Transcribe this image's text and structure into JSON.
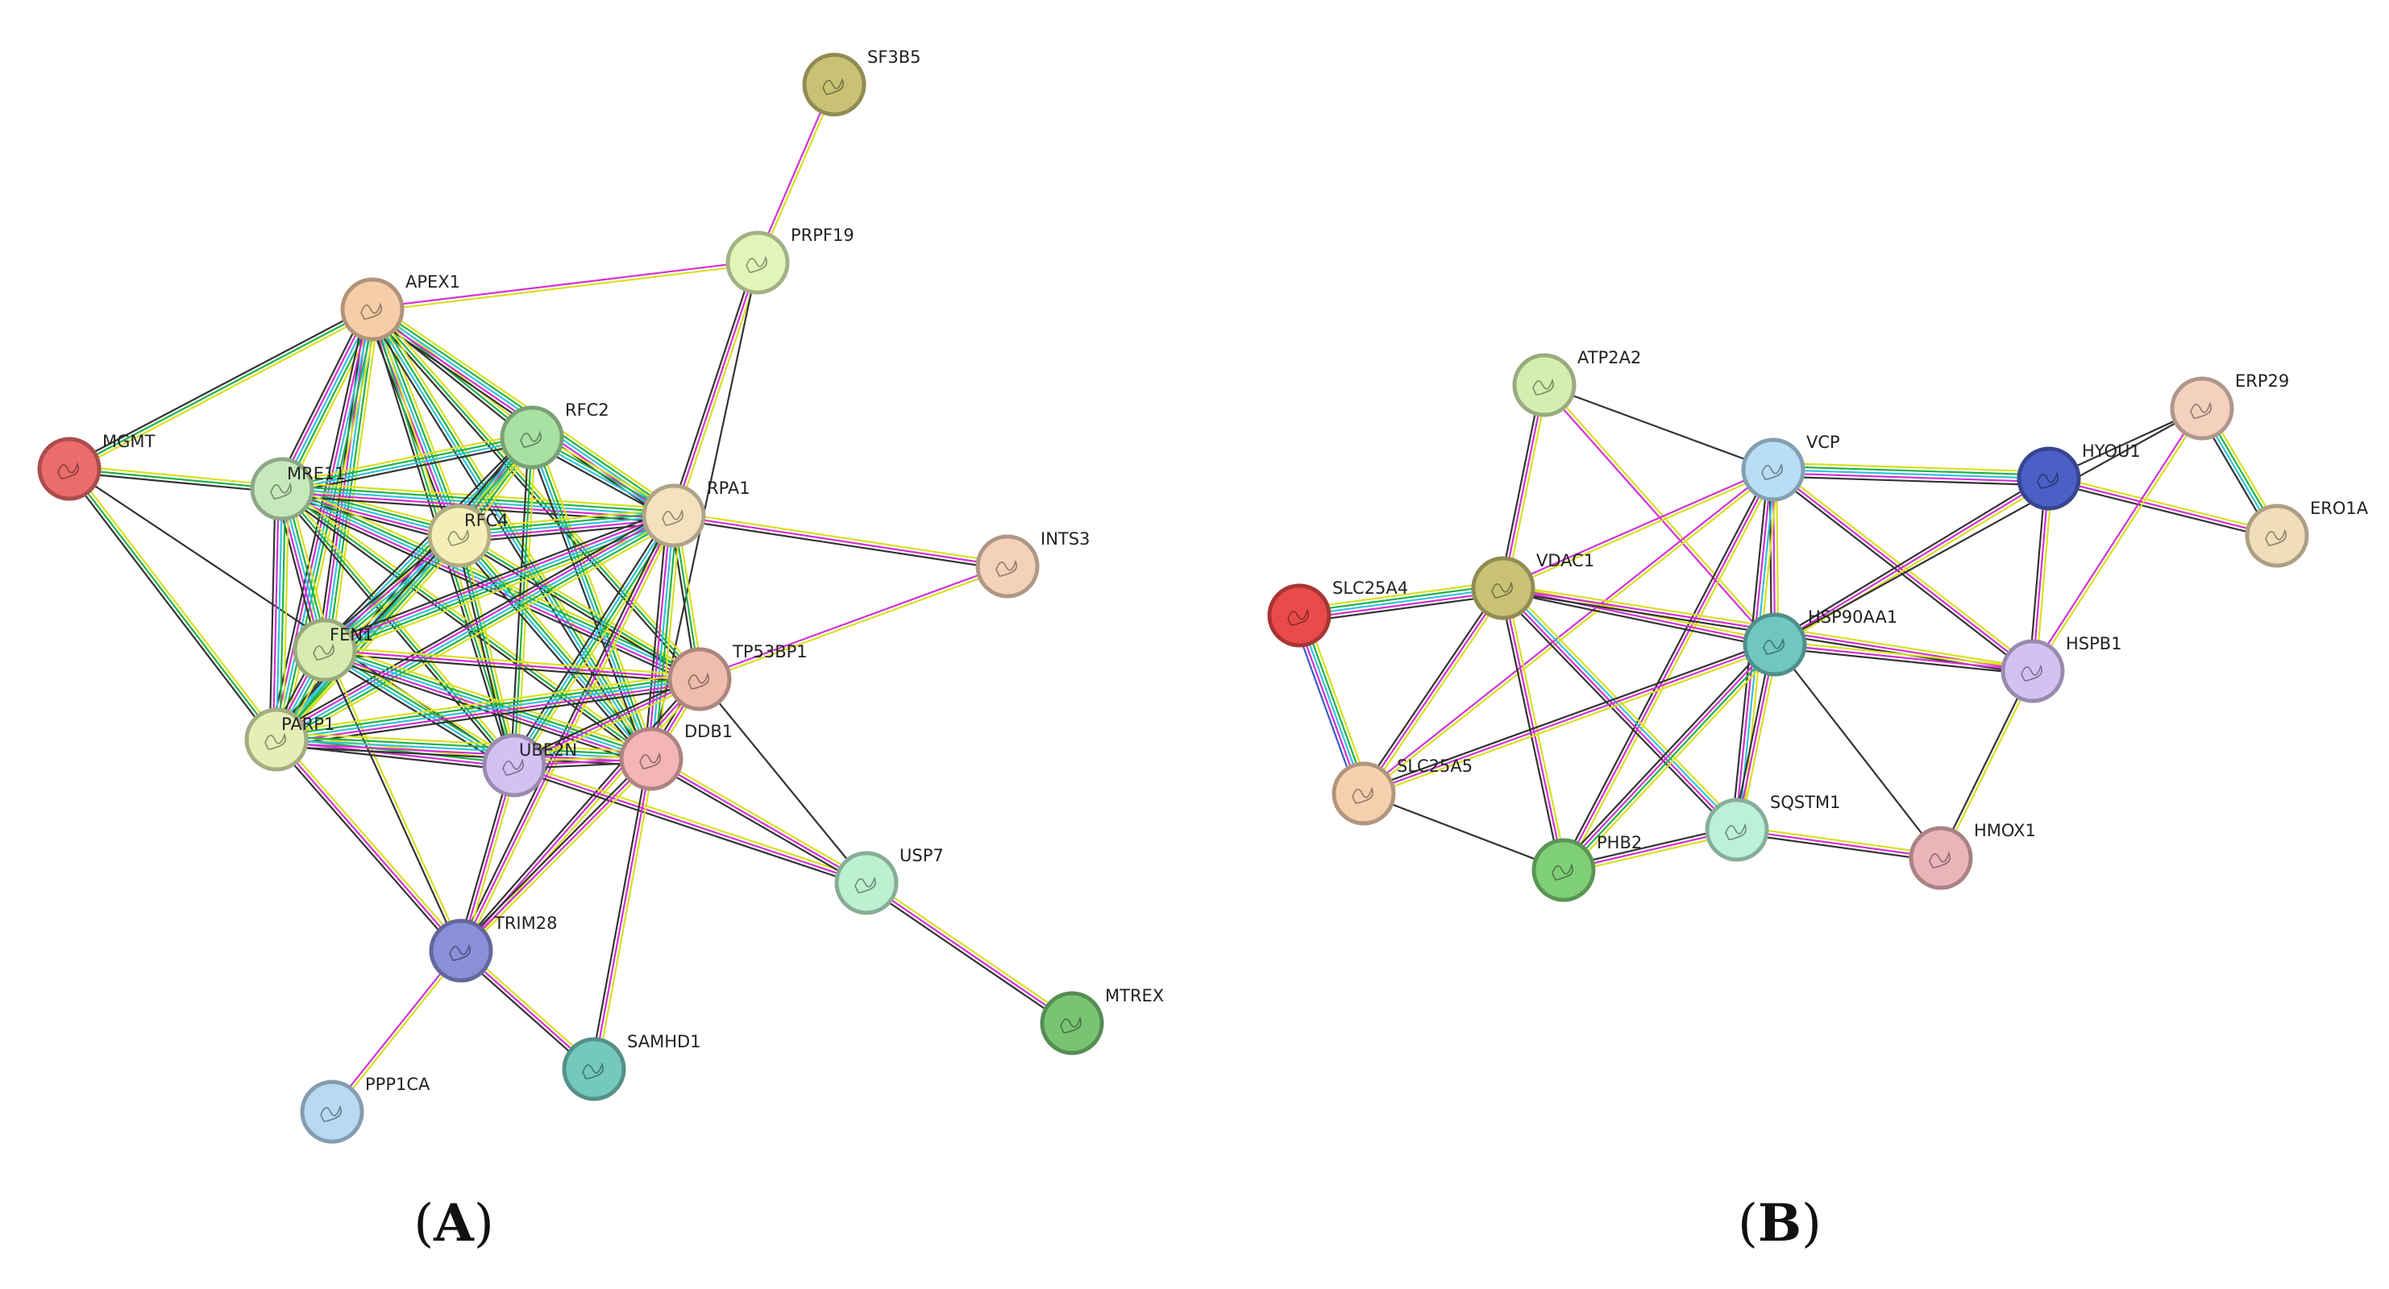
{
  "panels": [
    {
      "id": "A",
      "label": "A",
      "nodes": [
        {
          "id": "SF3B5",
          "color": "#c9c275"
        },
        {
          "id": "PRPF19",
          "color": "#e2f6b9"
        },
        {
          "id": "APEX1",
          "color": "#f6cda9"
        },
        {
          "id": "MGMT",
          "color": "#ec6b6b"
        },
        {
          "id": "MRE11",
          "color": "#c6e8bd"
        },
        {
          "id": "RFC2",
          "color": "#a9e0a3"
        },
        {
          "id": "RFC4",
          "color": "#f4efb8"
        },
        {
          "id": "RPA1",
          "color": "#f3e2bd"
        },
        {
          "id": "INTS3",
          "color": "#f4d2b9"
        },
        {
          "id": "FEN1",
          "color": "#d6ecb1"
        },
        {
          "id": "TP53BP1",
          "color": "#efbcae"
        },
        {
          "id": "PARP1",
          "color": "#e3efb5"
        },
        {
          "id": "UBE2N",
          "color": "#d4c1f3"
        },
        {
          "id": "DDB1",
          "color": "#f3b5b5"
        },
        {
          "id": "USP7",
          "color": "#bcf0d0"
        },
        {
          "id": "TRIM28",
          "color": "#8a8fd9"
        },
        {
          "id": "MTREX",
          "color": "#78c473"
        },
        {
          "id": "SAMHD1",
          "color": "#74c8bc"
        },
        {
          "id": "PPP1CA",
          "color": "#b7d9f1"
        }
      ],
      "edges": [
        {
          "a": "SF3B5",
          "b": "PRPF19",
          "types": [
            "y",
            "m"
          ]
        },
        {
          "a": "PRPF19",
          "b": "APEX1",
          "types": [
            "y",
            "m"
          ]
        },
        {
          "a": "PRPF19",
          "b": "RPA1",
          "types": [
            "y",
            "m",
            "k"
          ]
        },
        {
          "a": "PRPF19",
          "b": "DDB1",
          "types": [
            "k"
          ]
        },
        {
          "a": "APEX1",
          "b": "MGMT",
          "types": [
            "y",
            "g",
            "k"
          ]
        },
        {
          "a": "APEX1",
          "b": "MRE11",
          "types": [
            "y",
            "g",
            "c",
            "m",
            "k"
          ]
        },
        {
          "a": "APEX1",
          "b": "RFC2",
          "types": [
            "y",
            "g",
            "k"
          ]
        },
        {
          "a": "APEX1",
          "b": "RFC4",
          "types": [
            "y",
            "g",
            "c",
            "m",
            "k"
          ]
        },
        {
          "a": "APEX1",
          "b": "RPA1",
          "types": [
            "y",
            "g",
            "c",
            "m",
            "k"
          ]
        },
        {
          "a": "APEX1",
          "b": "FEN1",
          "types": [
            "y",
            "g",
            "c",
            "m",
            "k"
          ]
        },
        {
          "a": "APEX1",
          "b": "PARP1",
          "types": [
            "y",
            "g",
            "c",
            "m",
            "k"
          ]
        },
        {
          "a": "APEX1",
          "b": "TP53BP1",
          "types": [
            "y",
            "g",
            "k"
          ]
        },
        {
          "a": "APEX1",
          "b": "UBE2N",
          "types": [
            "y",
            "g",
            "k"
          ]
        },
        {
          "a": "APEX1",
          "b": "DDB1",
          "types": [
            "y",
            "g",
            "c",
            "k"
          ]
        },
        {
          "a": "MGMT",
          "b": "MRE11",
          "types": [
            "y",
            "g",
            "k"
          ]
        },
        {
          "a": "MGMT",
          "b": "PARP1",
          "types": [
            "y",
            "g",
            "k"
          ]
        },
        {
          "a": "MGMT",
          "b": "UBE2N",
          "types": [
            "k"
          ]
        },
        {
          "a": "MRE11",
          "b": "RFC2",
          "types": [
            "y",
            "g",
            "c",
            "k"
          ]
        },
        {
          "a": "MRE11",
          "b": "RFC4",
          "types": [
            "y",
            "g",
            "c",
            "m",
            "k"
          ]
        },
        {
          "a": "MRE11",
          "b": "RPA1",
          "types": [
            "y",
            "g",
            "c",
            "m",
            "k"
          ]
        },
        {
          "a": "MRE11",
          "b": "FEN1",
          "types": [
            "y",
            "g",
            "c",
            "m",
            "k"
          ]
        },
        {
          "a": "MRE11",
          "b": "PARP1",
          "types": [
            "y",
            "g",
            "c",
            "m",
            "k"
          ]
        },
        {
          "a": "MRE11",
          "b": "TP53BP1",
          "types": [
            "y",
            "g",
            "c",
            "m",
            "k"
          ]
        },
        {
          "a": "MRE11",
          "b": "UBE2N",
          "types": [
            "y",
            "g",
            "k"
          ]
        },
        {
          "a": "MRE11",
          "b": "DDB1",
          "types": [
            "y",
            "g",
            "k"
          ]
        },
        {
          "a": "RFC2",
          "b": "RFC4",
          "types": [
            "y",
            "g",
            "c",
            "m",
            "k"
          ]
        },
        {
          "a": "RFC2",
          "b": "RPA1",
          "types": [
            "y",
            "g",
            "c",
            "k"
          ]
        },
        {
          "a": "RFC2",
          "b": "FEN1",
          "types": [
            "y",
            "g",
            "c",
            "k"
          ]
        },
        {
          "a": "RFC2",
          "b": "PARP1",
          "types": [
            "y",
            "g",
            "c",
            "k"
          ]
        },
        {
          "a": "RFC2",
          "b": "UBE2N",
          "types": [
            "y",
            "g",
            "k"
          ]
        },
        {
          "a": "RFC2",
          "b": "DDB1",
          "types": [
            "y",
            "g",
            "c",
            "k"
          ]
        },
        {
          "a": "RFC4",
          "b": "RPA1",
          "types": [
            "y",
            "g",
            "c",
            "m",
            "k"
          ]
        },
        {
          "a": "RFC4",
          "b": "FEN1",
          "types": [
            "y",
            "g",
            "c",
            "m",
            "k"
          ]
        },
        {
          "a": "RFC4",
          "b": "PARP1",
          "types": [
            "y",
            "g",
            "c",
            "k"
          ]
        },
        {
          "a": "RFC4",
          "b": "TP53BP1",
          "types": [
            "y",
            "g",
            "k"
          ]
        },
        {
          "a": "RFC4",
          "b": "UBE2N",
          "types": [
            "y",
            "g",
            "k"
          ]
        },
        {
          "a": "RFC4",
          "b": "DDB1",
          "types": [
            "y",
            "g",
            "c",
            "k"
          ]
        },
        {
          "a": "RPA1",
          "b": "INTS3",
          "types": [
            "y",
            "m",
            "k"
          ]
        },
        {
          "a": "RPA1",
          "b": "FEN1",
          "types": [
            "y",
            "g",
            "c",
            "m",
            "k"
          ]
        },
        {
          "a": "RPA1",
          "b": "PARP1",
          "types": [
            "y",
            "g",
            "c",
            "m",
            "k"
          ]
        },
        {
          "a": "RPA1",
          "b": "TP53BP1",
          "types": [
            "y",
            "g",
            "k"
          ]
        },
        {
          "a": "RPA1",
          "b": "UBE2N",
          "types": [
            "y",
            "g",
            "c",
            "k"
          ]
        },
        {
          "a": "RPA1",
          "b": "DDB1",
          "types": [
            "y",
            "g",
            "c",
            "m",
            "k"
          ]
        },
        {
          "a": "RPA1",
          "b": "TRIM28",
          "types": [
            "y",
            "m",
            "k"
          ]
        },
        {
          "a": "INTS3",
          "b": "TP53BP1",
          "types": [
            "y",
            "m"
          ]
        },
        {
          "a": "FEN1",
          "b": "PARP1",
          "types": [
            "y",
            "g",
            "c",
            "m",
            "k"
          ]
        },
        {
          "a": "FEN1",
          "b": "TP53BP1",
          "types": [
            "y",
            "m",
            "k"
          ]
        },
        {
          "a": "FEN1",
          "b": "UBE2N",
          "types": [
            "y",
            "g",
            "c",
            "k"
          ]
        },
        {
          "a": "FEN1",
          "b": "DDB1",
          "types": [
            "y",
            "g",
            "c",
            "m",
            "k"
          ]
        },
        {
          "a": "FEN1",
          "b": "TRIM28",
          "types": [
            "y",
            "k"
          ]
        },
        {
          "a": "PARP1",
          "b": "TP53BP1",
          "types": [
            "y",
            "g",
            "c",
            "m",
            "k"
          ]
        },
        {
          "a": "PARP1",
          "b": "UBE2N",
          "types": [
            "y",
            "g",
            "m",
            "k"
          ]
        },
        {
          "a": "PARP1",
          "b": "DDB1",
          "types": [
            "y",
            "g",
            "c",
            "m",
            "k"
          ]
        },
        {
          "a": "PARP1",
          "b": "TRIM28",
          "types": [
            "y",
            "m",
            "k"
          ]
        },
        {
          "a": "TP53BP1",
          "b": "UBE2N",
          "types": [
            "y",
            "m",
            "k"
          ]
        },
        {
          "a": "TP53BP1",
          "b": "DDB1",
          "types": [
            "y",
            "m",
            "k"
          ]
        },
        {
          "a": "TP53BP1",
          "b": "TRIM28",
          "types": [
            "y",
            "m",
            "k"
          ]
        },
        {
          "a": "UBE2N",
          "b": "DDB1",
          "types": [
            "y",
            "m",
            "k"
          ]
        },
        {
          "a": "UBE2N",
          "b": "TRIM28",
          "types": [
            "y",
            "m",
            "k"
          ]
        },
        {
          "a": "UBE2N",
          "b": "USP7",
          "types": [
            "y",
            "m",
            "k"
          ]
        },
        {
          "a": "DDB1",
          "b": "TRIM28",
          "types": [
            "y",
            "m",
            "k"
          ]
        },
        {
          "a": "DDB1",
          "b": "USP7",
          "types": [
            "y",
            "m",
            "k"
          ]
        },
        {
          "a": "DDB1",
          "b": "SAMHD1",
          "types": [
            "y",
            "m",
            "k"
          ]
        },
        {
          "a": "TRIM28",
          "b": "PPP1CA",
          "types": [
            "y",
            "m"
          ]
        },
        {
          "a": "TRIM28",
          "b": "SAMHD1",
          "types": [
            "y",
            "m",
            "k"
          ]
        },
        {
          "a": "USP7",
          "b": "MTREX",
          "types": [
            "y",
            "m",
            "k"
          ]
        },
        {
          "a": "USP7",
          "b": "TP53BP1",
          "types": [
            "k"
          ]
        }
      ]
    },
    {
      "id": "B",
      "label": "B",
      "nodes": [
        {
          "id": "ATP2A2",
          "color": "#d4edb0"
        },
        {
          "id": "VCP",
          "color": "#b8ddf4"
        },
        {
          "id": "HYOU1",
          "color": "#4b60c6"
        },
        {
          "id": "ERP29",
          "color": "#f4d0bf"
        },
        {
          "id": "ERO1A",
          "color": "#f0ddb9"
        },
        {
          "id": "SLC25A4",
          "color": "#ea4a4a"
        },
        {
          "id": "VDAC1",
          "color": "#c9c275"
        },
        {
          "id": "HSP90AA1",
          "color": "#6fc7c0"
        },
        {
          "id": "HSPB1",
          "color": "#d4c1f3"
        },
        {
          "id": "SLC25A5",
          "color": "#f6cfae"
        },
        {
          "id": "SQSTM1",
          "color": "#bcf0d8"
        },
        {
          "id": "HMOX1",
          "color": "#eab4b9"
        },
        {
          "id": "PHB2",
          "color": "#7fcf76"
        }
      ],
      "edges": [
        {
          "a": "ATP2A2",
          "b": "VCP",
          "types": [
            "k"
          ]
        },
        {
          "a": "ATP2A2",
          "b": "VDAC1",
          "types": [
            "y",
            "m",
            "k"
          ]
        },
        {
          "a": "ATP2A2",
          "b": "HSP90AA1",
          "types": [
            "y",
            "m"
          ]
        },
        {
          "a": "VCP",
          "b": "HYOU1",
          "types": [
            "y",
            "g",
            "c",
            "m",
            "k"
          ]
        },
        {
          "a": "VCP",
          "b": "VDAC1",
          "types": [
            "y",
            "m"
          ]
        },
        {
          "a": "VCP",
          "b": "HSP90AA1",
          "types": [
            "y",
            "m",
            "k"
          ]
        },
        {
          "a": "VCP",
          "b": "HSPB1",
          "types": [
            "y",
            "m",
            "k"
          ]
        },
        {
          "a": "VCP",
          "b": "SQSTM1",
          "types": [
            "y",
            "c",
            "m",
            "k"
          ]
        },
        {
          "a": "VCP",
          "b": "PHB2",
          "types": [
            "y",
            "m",
            "k"
          ]
        },
        {
          "a": "VCP",
          "b": "SLC25A5",
          "types": [
            "y",
            "m"
          ]
        },
        {
          "a": "HYOU1",
          "b": "ERP29",
          "types": [
            "k"
          ]
        },
        {
          "a": "HYOU1",
          "b": "ERO1A",
          "types": [
            "y",
            "m",
            "k"
          ]
        },
        {
          "a": "HYOU1",
          "b": "HSPB1",
          "types": [
            "y",
            "m",
            "k"
          ]
        },
        {
          "a": "HYOU1",
          "b": "HSP90AA1",
          "types": [
            "y",
            "m",
            "k"
          ]
        },
        {
          "a": "ERP29",
          "b": "ERO1A",
          "types": [
            "y",
            "g",
            "c",
            "k"
          ]
        },
        {
          "a": "ERP29",
          "b": "HSPB1",
          "types": [
            "y",
            "m"
          ]
        },
        {
          "a": "ERP29",
          "b": "HSP90AA1",
          "types": [
            "k"
          ]
        },
        {
          "a": "SLC25A4",
          "b": "VDAC1",
          "types": [
            "y",
            "g",
            "c",
            "m",
            "k"
          ]
        },
        {
          "a": "SLC25A4",
          "b": "SLC25A5",
          "types": [
            "y",
            "g",
            "c",
            "m",
            "b"
          ]
        },
        {
          "a": "VDAC1",
          "b": "HSP90AA1",
          "types": [
            "y",
            "m",
            "k"
          ]
        },
        {
          "a": "VDAC1",
          "b": "HSPB1",
          "types": [
            "y",
            "m",
            "k"
          ]
        },
        {
          "a": "VDAC1",
          "b": "SLC25A5",
          "types": [
            "y",
            "m",
            "k"
          ]
        },
        {
          "a": "VDAC1",
          "b": "SQSTM1",
          "types": [
            "y",
            "c",
            "m",
            "k"
          ]
        },
        {
          "a": "VDAC1",
          "b": "PHB2",
          "types": [
            "y",
            "m",
            "k"
          ]
        },
        {
          "a": "HSP90AA1",
          "b": "HSPB1",
          "types": [
            "y",
            "m",
            "k"
          ]
        },
        {
          "a": "HSP90AA1",
          "b": "SLC25A5",
          "types": [
            "y",
            "m",
            "k"
          ]
        },
        {
          "a": "HSP90AA1",
          "b": "SQSTM1",
          "types": [
            "y",
            "m",
            "k"
          ]
        },
        {
          "a": "HSP90AA1",
          "b": "HMOX1",
          "types": [
            "k"
          ]
        },
        {
          "a": "HSP90AA1",
          "b": "PHB2",
          "types": [
            "y",
            "g",
            "m",
            "k"
          ]
        },
        {
          "a": "HSPB1",
          "b": "HMOX1",
          "types": [
            "y",
            "k"
          ]
        },
        {
          "a": "SLC25A5",
          "b": "PHB2",
          "types": [
            "k"
          ]
        },
        {
          "a": "SQSTM1",
          "b": "HMOX1",
          "types": [
            "y",
            "m",
            "k"
          ]
        },
        {
          "a": "SQSTM1",
          "b": "PHB2",
          "types": [
            "y",
            "m",
            "k"
          ]
        }
      ]
    }
  ],
  "edge_colors": {
    "y": "#d9e021",
    "g": "#1fb34a",
    "c": "#33c3dc",
    "m": "#d431d4",
    "k": "#333333",
    "b": "#3b5cc6"
  }
}
